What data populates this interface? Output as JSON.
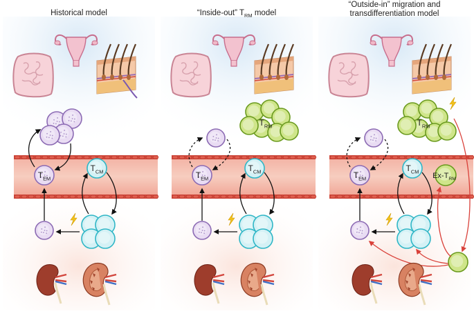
{
  "panels": [
    {
      "title_lines": [
        "Historical model"
      ],
      "title_sub": null,
      "labels": {
        "tem_main": "T",
        "tem_sub": "EM",
        "tcm_main": "T",
        "tcm_sub": "CM"
      }
    },
    {
      "title_lines": [
        "“Inside-out” T",
        " model"
      ],
      "title_sub": "RM",
      "labels": {
        "tem_main": "T",
        "tem_sub": "EM",
        "tcm_main": "T",
        "tcm_sub": "CM",
        "trm_main": "T",
        "trm_sub": "RM"
      }
    },
    {
      "title_lines": [
        "“Outside-in” migration and",
        "transdifferentiation model"
      ],
      "title_sub": null,
      "labels": {
        "tem_main": "T",
        "tem_sub": "EM",
        "tcm_main": "T",
        "tcm_sub": "CM",
        "trm_main": "T",
        "trm_sub": "RM",
        "ex_main": "Ex-T",
        "ex_sub": "RM"
      }
    }
  ],
  "colors": {
    "tem_fill": "#e9dcf3",
    "tem_stroke": "#8c6bb4",
    "tcm_fill": "#d4f1f5",
    "tcm_stroke": "#2fb6c6",
    "trm_fill": "#cfe58a",
    "trm_stroke": "#6a9a1e",
    "vessel": "#e8897b",
    "vessel_wall": "#c8392e",
    "migration_arrow": "#d9413a",
    "lightning": "#f2c21b"
  },
  "icons": [
    "uterus-icon",
    "intestine-icon",
    "skin-icon",
    "kidney-icon",
    "kidney-section-icon",
    "lightning-icon"
  ]
}
